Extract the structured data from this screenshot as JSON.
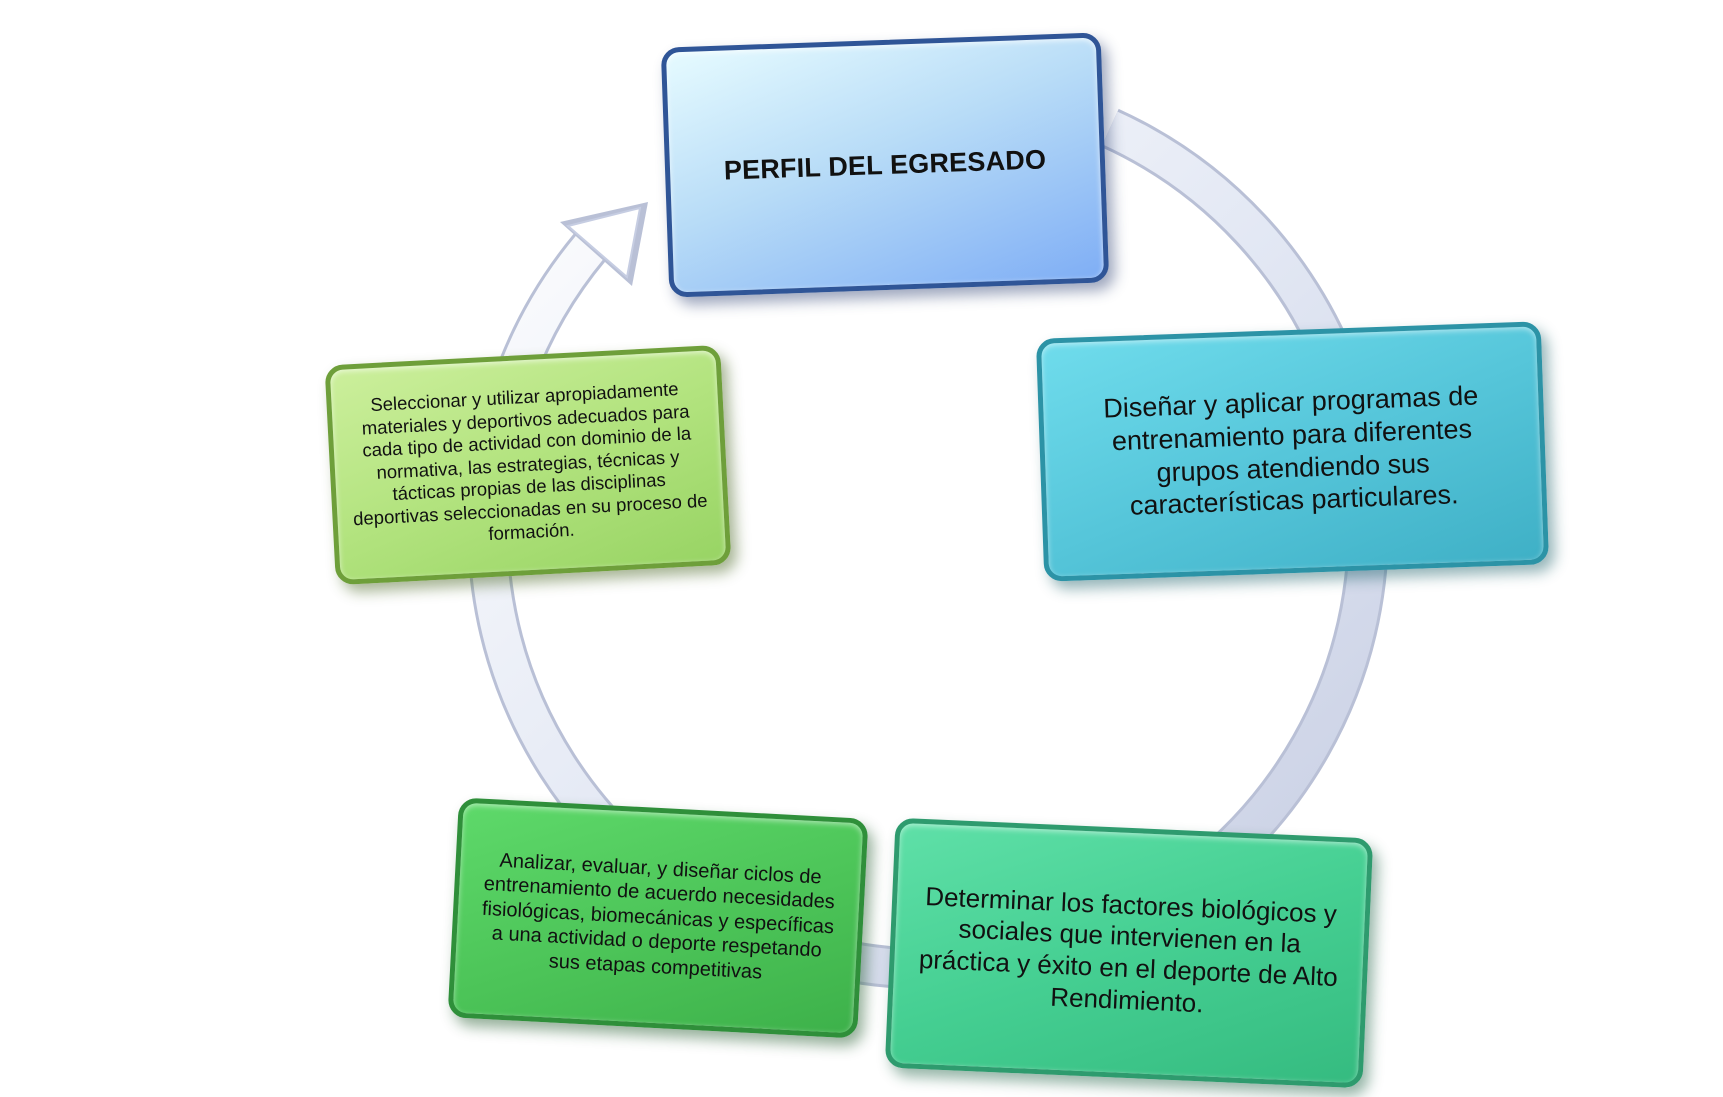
{
  "diagram": {
    "title": "PERFIL DEL EGRESADO",
    "nodes": [
      {
        "id": "right",
        "text": "Diseñar y aplicar programas de entrenamiento para  diferentes grupos atendiendo sus características particulares.",
        "color": "#56c6da"
      },
      {
        "id": "bottom-right",
        "text": "Determinar los factores biológicos y sociales que intervienen en la práctica y éxito en el deporte de Alto Rendimiento.",
        "color": "#45cf92"
      },
      {
        "id": "bottom-left",
        "text": "Analizar, evaluar, y diseñar ciclos de entrenamiento de acuerdo necesidades fisiológicas, biomecánicas y específicas a una actividad o deporte respetando sus etapas competitivas",
        "color": "#4cc458"
      },
      {
        "id": "left",
        "text": "Seleccionar y utilizar apropiadamente materiales y deportivos adecuados para cada tipo de actividad con dominio de la normativa, las estrategias, técnicas y tácticas propias de las disciplinas deportivas seleccionadas en su proceso de formación.",
        "color": "#b2e37e"
      }
    ],
    "title_color": "#b8dcf7",
    "ring_color": "#d9dfef"
  }
}
